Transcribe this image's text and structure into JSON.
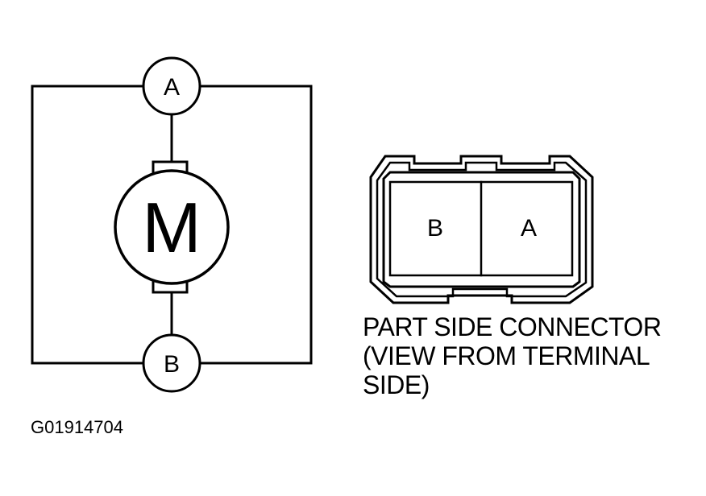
{
  "motor": {
    "symbol": "M",
    "terminal_top": "A",
    "terminal_bottom": "B"
  },
  "connector": {
    "cavity_left": "B",
    "cavity_right": "A",
    "caption_lines": [
      "PART SIDE CONNECTOR",
      "(VIEW FROM TERMINAL",
      "SIDE)"
    ]
  },
  "figure_id": "G01914704"
}
